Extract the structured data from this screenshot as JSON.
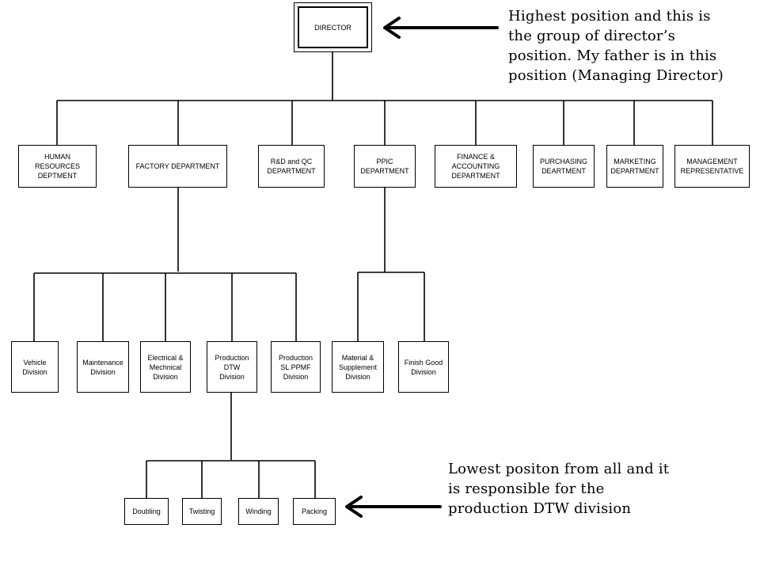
{
  "director": {
    "label": "DIRECTOR"
  },
  "departments": [
    {
      "id": "hr",
      "label": "HUMAN\nRESOURCES\nDEPTMENT"
    },
    {
      "id": "factory",
      "label": "FACTORY DEPARTMENT"
    },
    {
      "id": "rdqc",
      "label": "R&D and QC\nDEPARTMENT"
    },
    {
      "id": "ppic",
      "label": "PPIC\nDEPARTMENT"
    },
    {
      "id": "finance",
      "label": "FINANCE &\nACCOUNTING\nDEPARTMENT"
    },
    {
      "id": "purchasing",
      "label": "PURCHASING\nDEARTMENT"
    },
    {
      "id": "marketing",
      "label": "MARKETING\nDEPARTMENT"
    },
    {
      "id": "mgmt",
      "label": "MANAGEMENT\nREPRESENTATIVE"
    }
  ],
  "factory_divisions": [
    {
      "id": "vehicle",
      "label": "Vehicle\nDivision"
    },
    {
      "id": "maintenance",
      "label": "Maintenance\nDivision"
    },
    {
      "id": "electrical",
      "label": "Electrical &\nMechnical\nDivision"
    },
    {
      "id": "production-dtw",
      "label": "Production\nDTW\nDivision"
    },
    {
      "id": "production-slppmf",
      "label": "Production\nSL PPMF\nDivision"
    }
  ],
  "ppic_divisions": [
    {
      "id": "material",
      "label": "Material &\nSupplement\nDivision"
    },
    {
      "id": "finish-good",
      "label": "Finish Good\nDivision"
    }
  ],
  "dtw_units": [
    {
      "id": "doubling",
      "label": "Doubling"
    },
    {
      "id": "twisting",
      "label": "Twisting"
    },
    {
      "id": "winding",
      "label": "Winding"
    },
    {
      "id": "packing",
      "label": "Packing"
    }
  ],
  "notes": {
    "top": [
      "Highest position and this is",
      "the group of director’s",
      "position. My father is in this",
      "position (Managing Director)"
    ],
    "bottom": [
      "Lowest positon from all and it",
      "is responsible for the",
      "production DTW division"
    ]
  }
}
